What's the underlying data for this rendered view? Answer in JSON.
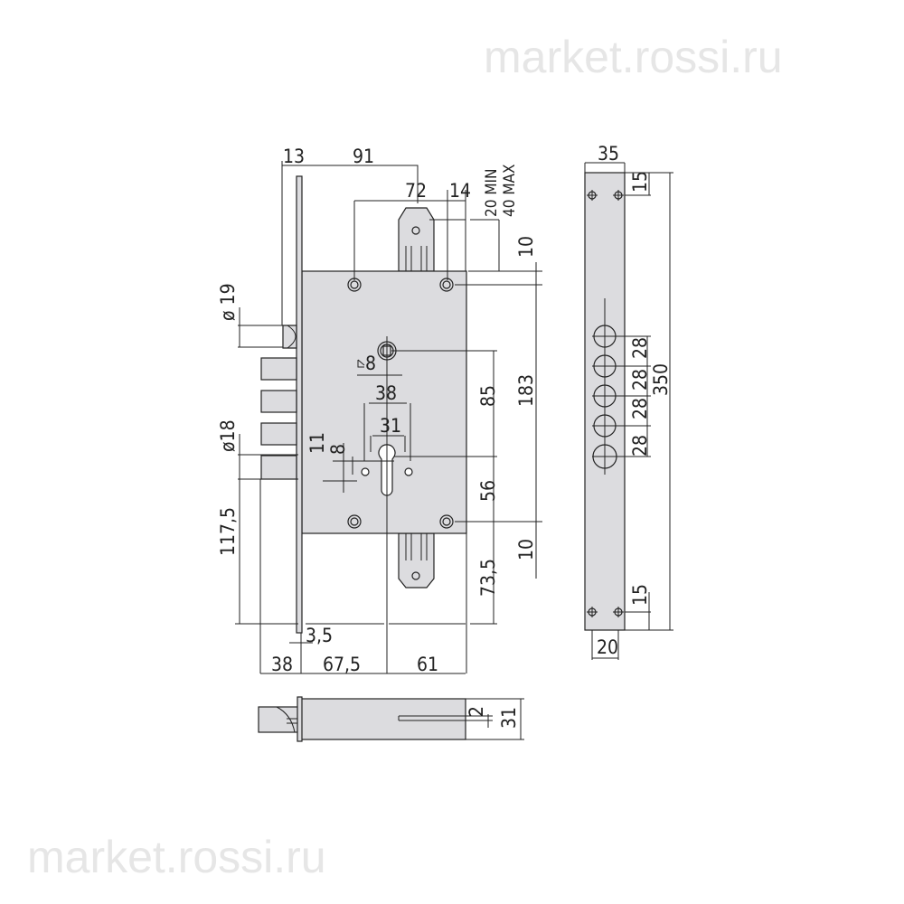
{
  "watermark": {
    "top": "market.rossi.ru",
    "bottom": "market.rossi.ru"
  },
  "front_view": {
    "dims": {
      "faceplate_offset": "13",
      "backset_total": "91",
      "hole_spacing_top": "72",
      "hole_edge": "14",
      "strike_min": "20 MIN",
      "strike_max": "40 MAX",
      "top_ext": "10",
      "case_height": "183",
      "bottom_ext": "10",
      "follower_to_cyl": "85",
      "cyl_to_hole": "56",
      "cyl_to_bottom": "73,5",
      "latch_dia": "ø 19",
      "bolt_dia": "ø18",
      "bolt_height": "117,5",
      "follower_square": "8",
      "cyl_38": "38",
      "cyl_31": "31",
      "cyl_11": "11",
      "cyl_8": "8",
      "faceplate_thk": "3,5",
      "bolt_throw": "38",
      "backset": "67,5",
      "case_rear": "61"
    }
  },
  "side_plate": {
    "dims": {
      "width": "35",
      "top_hole": "15",
      "spacing": [
        "28",
        "28",
        "28",
        "28"
      ],
      "length": "350",
      "bottom_hole": "15",
      "hole_spacing": "20"
    }
  },
  "bottom_view": {
    "dims": {
      "slot": "2",
      "thickness": "31"
    }
  }
}
